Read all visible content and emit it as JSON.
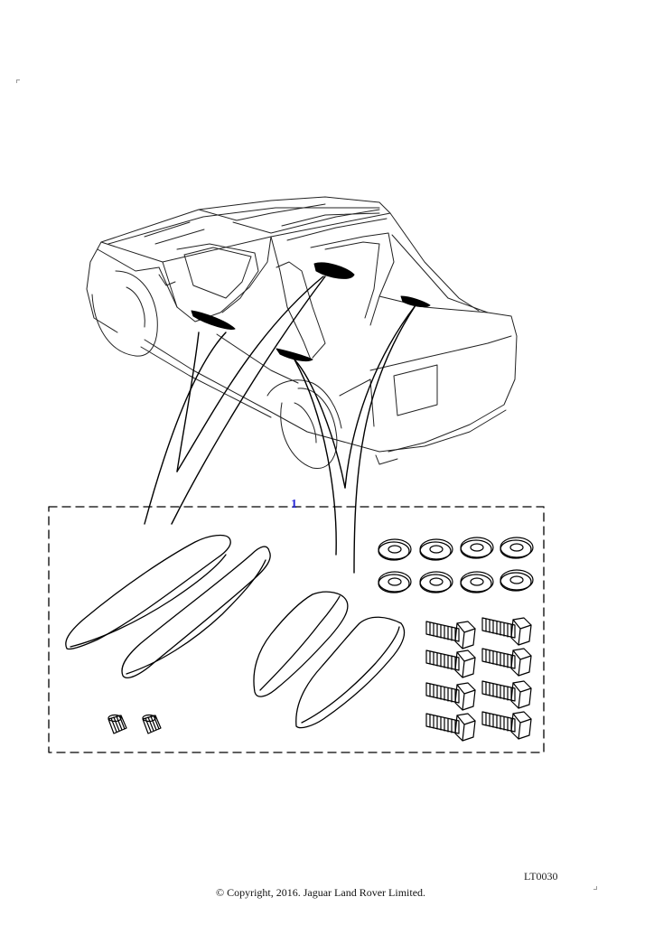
{
  "diagram": {
    "callout_number": "1",
    "illustration_code": "LT0030",
    "copyright": "© Copyright, 2016. Jaguar Land Rover Limited."
  }
}
